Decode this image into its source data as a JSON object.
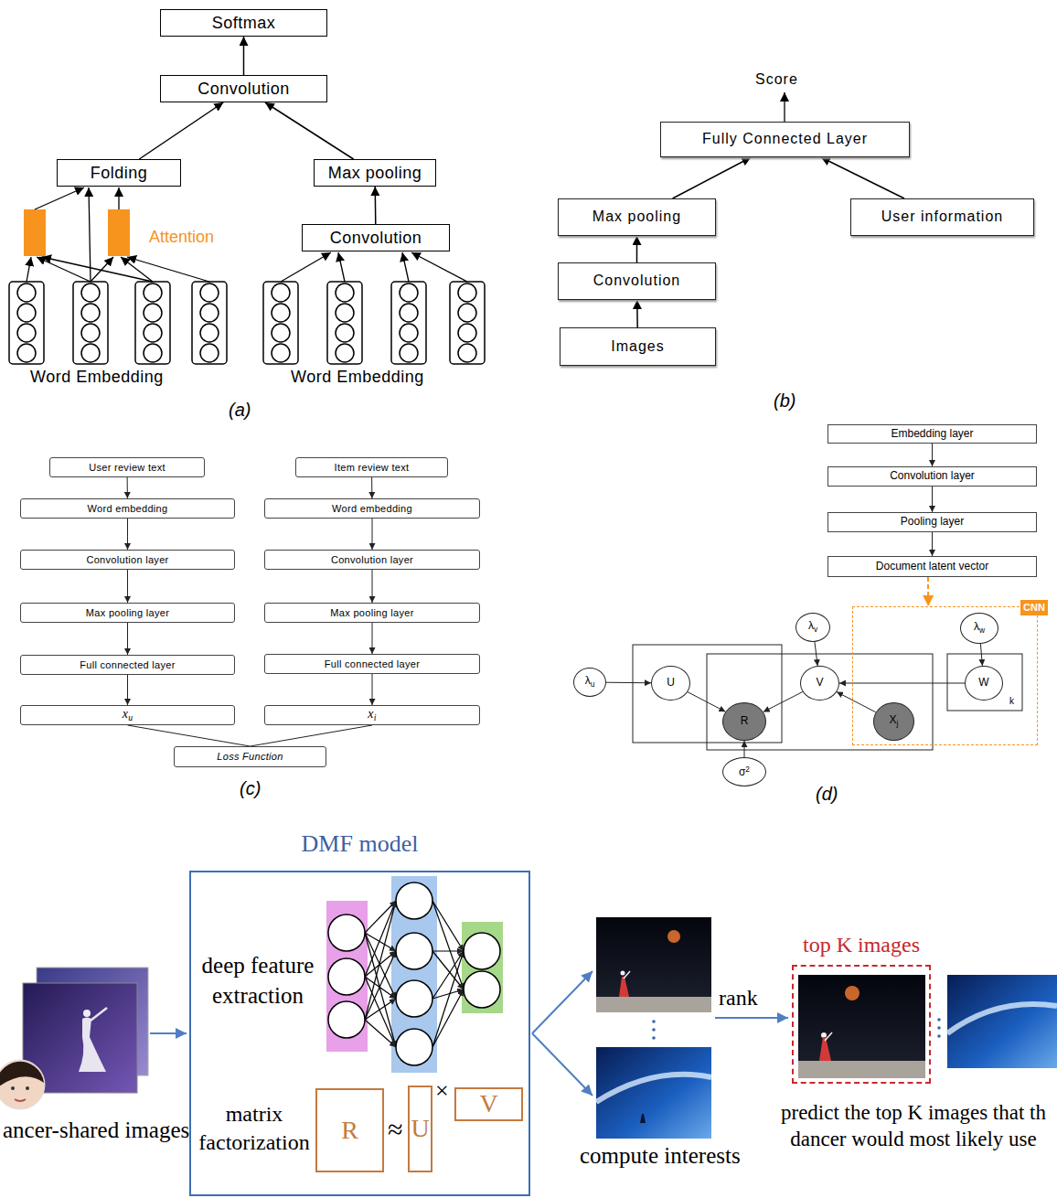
{
  "diagram": {
    "nodes": [
      {
        "text": [
          "Softmax"
        ]
      },
      {
        "text": [
          "Convolution"
        ]
      },
      {
        "text": [
          "Folding"
        ]
      },
      {
        "text": [
          "Max pooling"
        ]
      },
      {
        "text": [
          "Convolution"
        ]
      },
      {
        "text": [
          "Fully Connected Layer"
        ]
      },
      {
        "text": [
          "Max pooling"
        ]
      },
      {
        "text": [
          "User information"
        ]
      },
      {
        "text": [
          "Convolution"
        ]
      },
      {
        "text": [
          "Images"
        ]
      },
      {
        "text": [
          "User review text"
        ]
      },
      {
        "text": [
          "Word embedding"
        ]
      },
      {
        "text": [
          "Convolution layer"
        ]
      },
      {
        "text": [
          "Max pooling layer"
        ]
      },
      {
        "text": [
          "Full connected layer"
        ]
      },
      {
        "text": [
          "x",
          "u"
        ]
      },
      {
        "text": [
          "Item review text"
        ]
      },
      {
        "text": [
          "Word embedding"
        ]
      },
      {
        "text": [
          "Convolution layer"
        ]
      },
      {
        "text": [
          "Max pooling layer"
        ]
      },
      {
        "text": [
          "Full connected layer"
        ]
      },
      {
        "text": [
          "x",
          "i"
        ]
      },
      {
        "text": [
          "Loss Function"
        ]
      },
      {
        "text": [
          "Embedding layer"
        ]
      },
      {
        "text": [
          "Convolution layer"
        ]
      },
      {
        "text": [
          "Pooling layer"
        ]
      },
      {
        "text": [
          "Document latent vector"
        ]
      },
      {
        "text": [
          "CNN"
        ]
      },
      {
        "text": [
          "λ",
          "u"
        ]
      },
      {
        "text": [
          "U"
        ]
      },
      {
        "text": [
          "λ",
          "v"
        ]
      },
      {
        "text": [
          "V"
        ]
      },
      {
        "text": [
          "R"
        ]
      },
      {
        "text": [
          "σ",
          "2"
        ]
      },
      {
        "text": [
          "λ",
          "w"
        ],
        "in": 27
      },
      {
        "text": [
          "W"
        ],
        "in": 27
      },
      {
        "text": [
          "X",
          "j"
        ],
        "in": 27
      },
      {
        "text": [
          "DMF model"
        ]
      },
      {
        "text": [
          "R"
        ],
        "in": 37
      },
      {
        "text": [
          "U"
        ],
        "in": 37
      },
      {
        "text": [
          "V"
        ],
        "in": 37
      },
      {
        "text": [
          "top K images"
        ]
      }
    ],
    "edges": [
      {
        "from": 1,
        "to": 0,
        "arrow": "to"
      },
      {
        "from": 2,
        "to": 1,
        "arrow": "to"
      },
      {
        "from": 3,
        "to": 1,
        "arrow": "to"
      },
      {
        "from": 4,
        "to": 3,
        "arrow": "to"
      },
      {
        "from": 6,
        "to": 5,
        "arrow": "to"
      },
      {
        "from": 7,
        "to": 5,
        "arrow": "to"
      },
      {
        "from": 8,
        "to": 6,
        "arrow": "to"
      },
      {
        "from": 9,
        "to": 8,
        "arrow": "to"
      },
      {
        "from": 10,
        "to": 11,
        "arrow": "to"
      },
      {
        "from": 11,
        "to": 12,
        "arrow": "to"
      },
      {
        "from": 12,
        "to": 13,
        "arrow": "to"
      },
      {
        "from": 13,
        "to": 14,
        "arrow": "to"
      },
      {
        "from": 14,
        "to": 15,
        "arrow": "to"
      },
      {
        "from": 16,
        "to": 17,
        "arrow": "to"
      },
      {
        "from": 17,
        "to": 18,
        "arrow": "to"
      },
      {
        "from": 18,
        "to": 19,
        "arrow": "to"
      },
      {
        "from": 19,
        "to": 20,
        "arrow": "to"
      },
      {
        "from": 20,
        "to": 21,
        "arrow": "to"
      },
      {
        "from": 15,
        "to": 22,
        "arrow": "none"
      },
      {
        "from": 21,
        "to": 22,
        "arrow": "none"
      },
      {
        "from": 23,
        "to": 24,
        "arrow": "to"
      },
      {
        "from": 24,
        "to": 25,
        "arrow": "to"
      },
      {
        "from": 25,
        "to": 26,
        "arrow": "to"
      },
      {
        "from": 26,
        "to": 27,
        "arrow": "to"
      },
      {
        "from": 28,
        "to": 29,
        "arrow": "to"
      },
      {
        "from": 29,
        "to": 32,
        "arrow": "to"
      },
      {
        "from": 31,
        "to": 32,
        "arrow": "to"
      },
      {
        "from": 30,
        "to": 31,
        "arrow": "to"
      },
      {
        "from": 33,
        "to": 32,
        "arrow": "to"
      },
      {
        "from": 35,
        "to": 31,
        "arrow": "to"
      },
      {
        "from": 36,
        "to": 31,
        "arrow": "to"
      },
      {
        "from": 34,
        "to": 35,
        "arrow": "to"
      }
    ],
    "labels": [
      "Attention",
      "Word Embedding",
      "Word Embedding",
      "(a)",
      "Score",
      "(b)",
      "(c)",
      "k",
      "(d)",
      "deep feature extraction",
      "matrix factorization",
      "≈",
      "×",
      "ancer-shared images",
      "compute interests",
      "rank",
      "predict the top K images that th dancer would most likely use"
    ]
  }
}
